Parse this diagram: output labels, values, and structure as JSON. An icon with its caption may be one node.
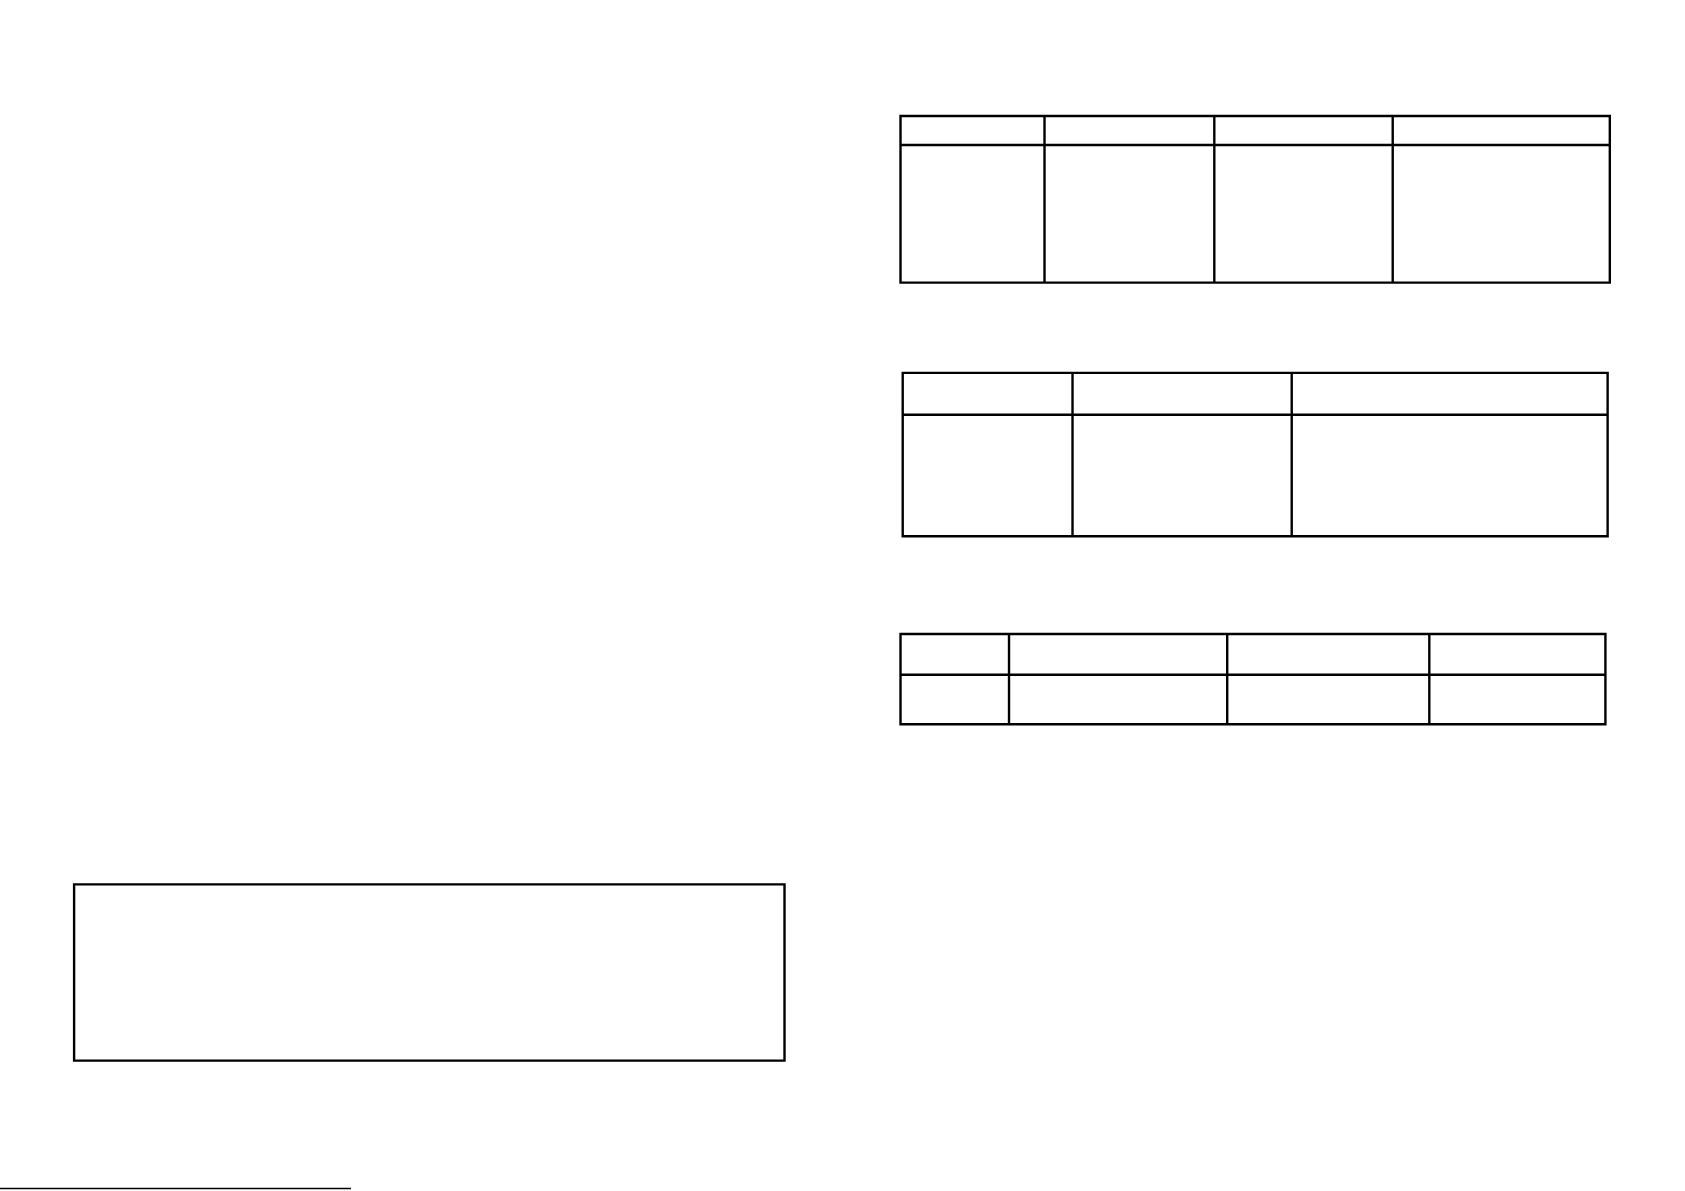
{
  "diagram": {
    "nodes": [
      {
        "text": [],
        "shape": "table"
      },
      {
        "text": [],
        "shape": "table"
      },
      {
        "text": [],
        "shape": "table"
      },
      {
        "text": [],
        "shape": "box"
      }
    ]
  }
}
